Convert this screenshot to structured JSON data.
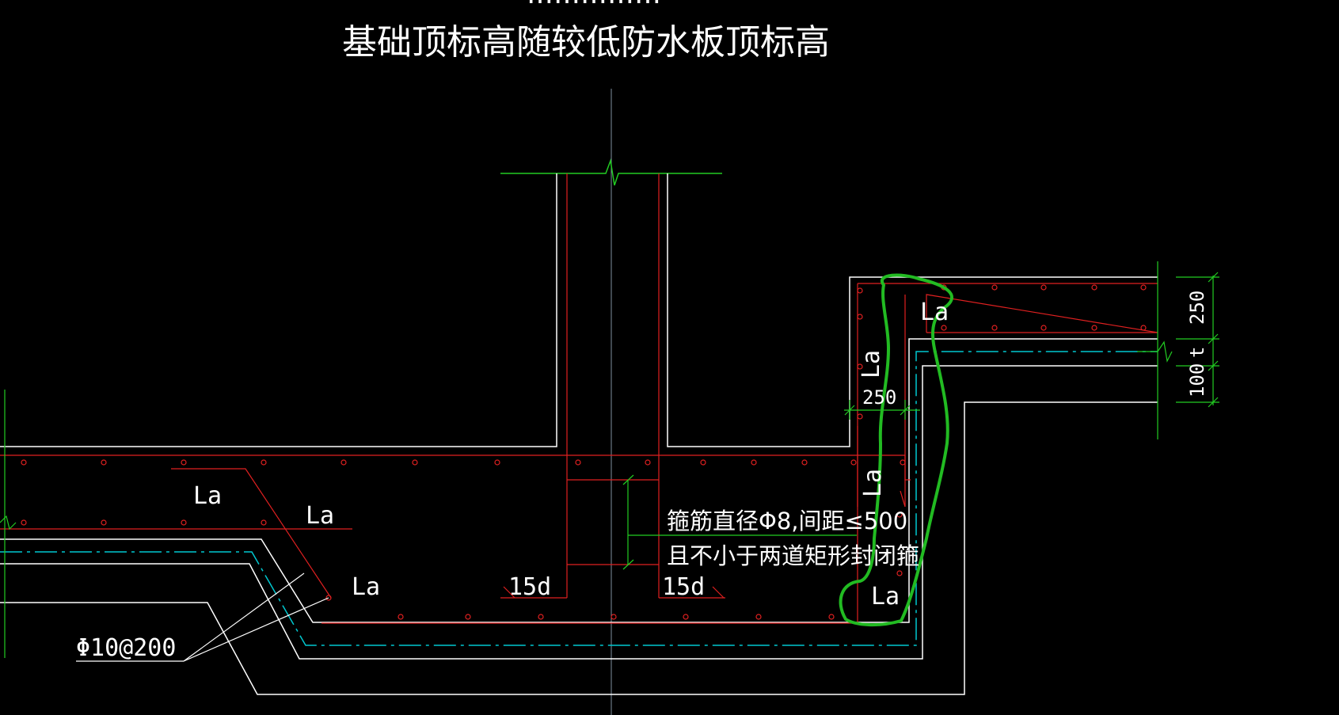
{
  "drawing": {
    "title_line_top": "……………",
    "title_line": "基础顶标高随较低防水板顶标高",
    "colors": {
      "background": "#000000",
      "outline": "#ffffff",
      "rebar": "#e02020",
      "waterproof": "#00c8d0",
      "dimension": "#22cc22",
      "markup": "#22bb22",
      "centerline": "#8090a0"
    }
  },
  "labels": {
    "la_1": "La",
    "la_2": "La",
    "la_3": "La",
    "la_4": "La",
    "la_5": "La",
    "la_6": "La",
    "la_7": "La",
    "d15_left": "15d",
    "d15_right": "15d",
    "rebar_spec": "Φ10@200",
    "stirrup_note_1": "箍筋直径Φ8,间距≤500",
    "stirrup_note_2": "且不小于两道矩形封闭箍"
  },
  "dimensions": {
    "dim_250_top": "250",
    "dim_t": "t",
    "dim_100": "100",
    "dim_250_step": "250"
  }
}
